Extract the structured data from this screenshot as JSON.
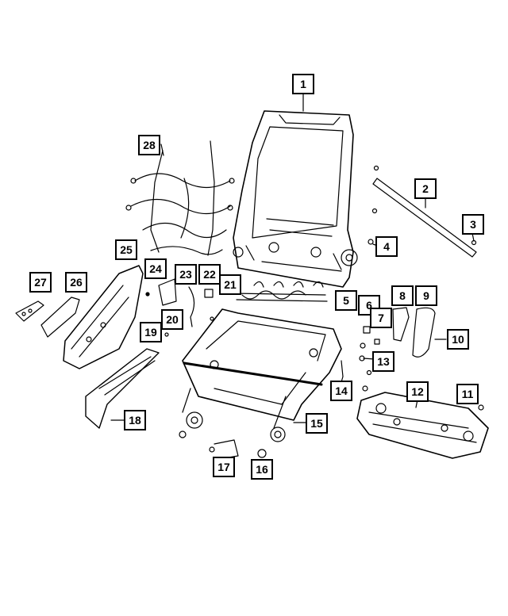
{
  "diagram": {
    "callouts": [
      {
        "id": "callout-1",
        "label": "1"
      },
      {
        "id": "callout-2",
        "label": "2"
      },
      {
        "id": "callout-3",
        "label": "3"
      },
      {
        "id": "callout-4",
        "label": "4"
      },
      {
        "id": "callout-5",
        "label": "5"
      },
      {
        "id": "callout-6",
        "label": "6"
      },
      {
        "id": "callout-7",
        "label": "7"
      },
      {
        "id": "callout-8",
        "label": "8"
      },
      {
        "id": "callout-9",
        "label": "9"
      },
      {
        "id": "callout-10",
        "label": "10"
      },
      {
        "id": "callout-11",
        "label": "11"
      },
      {
        "id": "callout-12",
        "label": "12"
      },
      {
        "id": "callout-13",
        "label": "13"
      },
      {
        "id": "callout-14",
        "label": "14"
      },
      {
        "id": "callout-15",
        "label": "15"
      },
      {
        "id": "callout-16",
        "label": "16"
      },
      {
        "id": "callout-17",
        "label": "17"
      },
      {
        "id": "callout-18",
        "label": "18"
      },
      {
        "id": "callout-19",
        "label": "19"
      },
      {
        "id": "callout-20",
        "label": "20"
      },
      {
        "id": "callout-21",
        "label": "21"
      },
      {
        "id": "callout-22",
        "label": "22"
      },
      {
        "id": "callout-23",
        "label": "23"
      },
      {
        "id": "callout-24",
        "label": "24"
      },
      {
        "id": "callout-25",
        "label": "25"
      },
      {
        "id": "callout-26",
        "label": "26"
      },
      {
        "id": "callout-27",
        "label": "27"
      },
      {
        "id": "callout-28",
        "label": "28"
      }
    ]
  }
}
